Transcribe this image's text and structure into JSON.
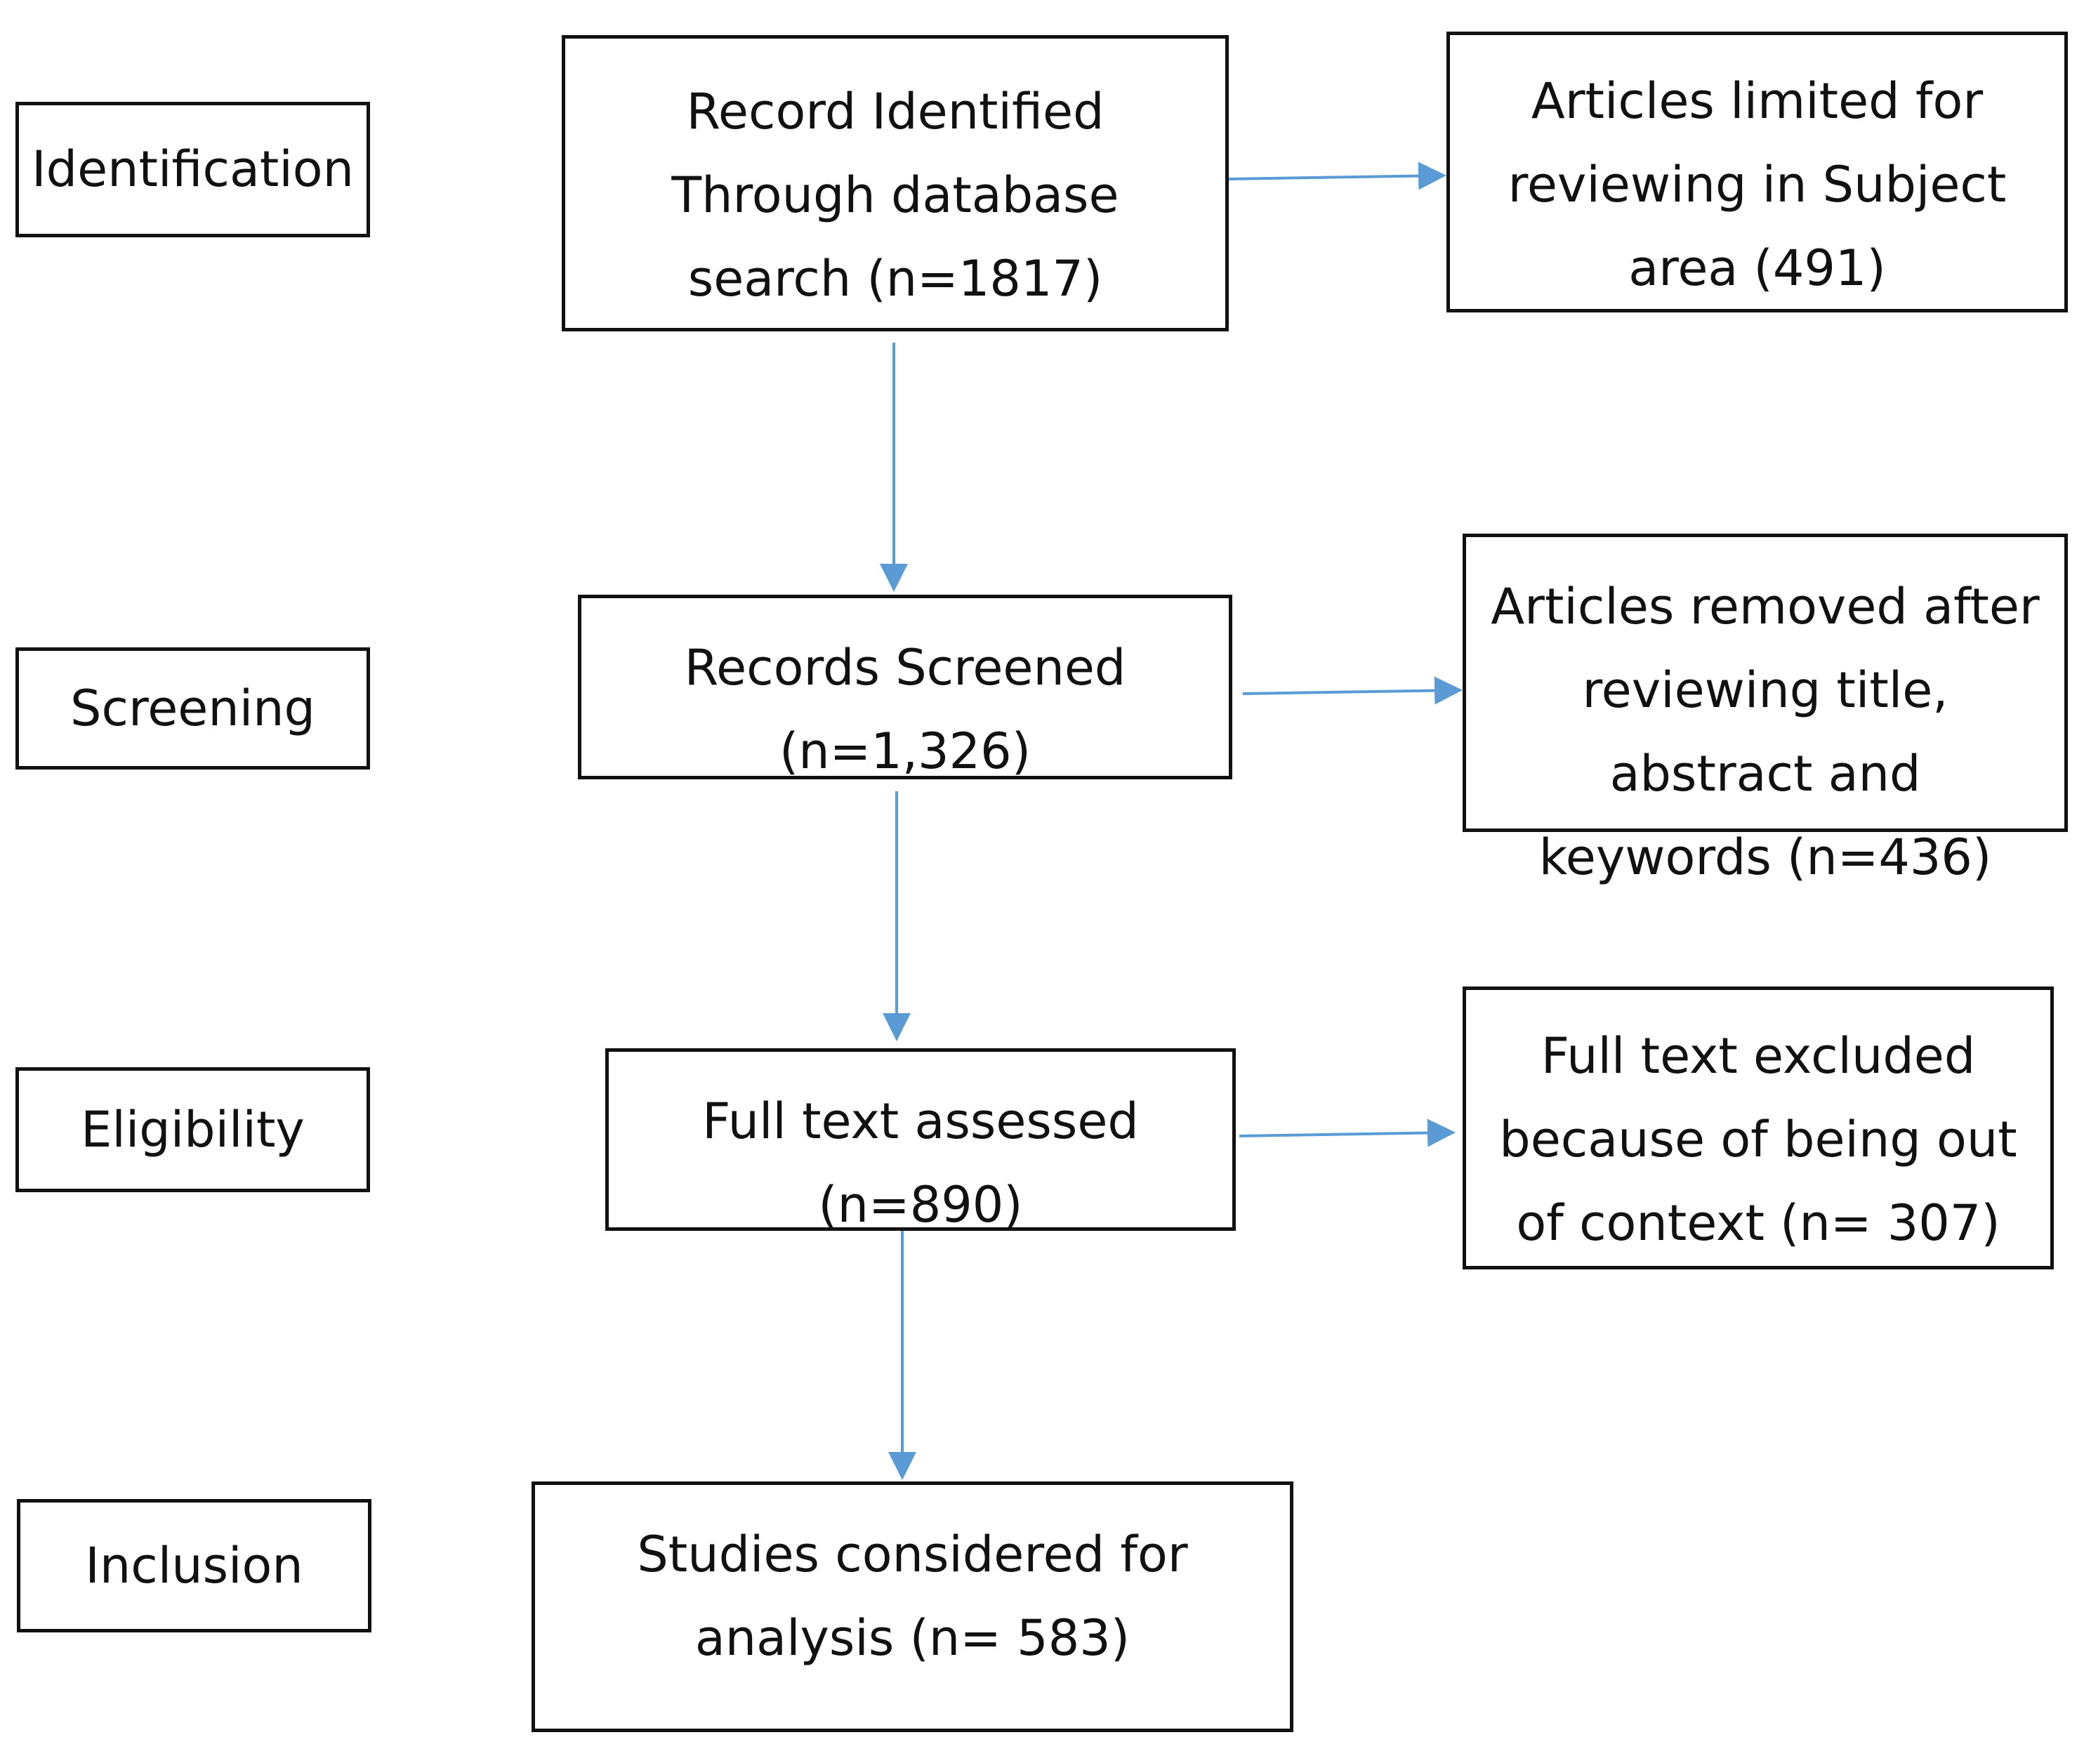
{
  "stages": {
    "identification": "Identification",
    "screening": "Screening",
    "eligibility": "Eligibility",
    "inclusion": "Inclusion"
  },
  "boxes": {
    "record_identified": "Record Identified Through database search (n=1817)",
    "records_screened": "Records Screened (n=1,326)",
    "full_text_assessed": "Full text assessed (n=890)",
    "studies_considered": "Studies considered for analysis (n= 583)",
    "articles_limited": "Articles limited for reviewing in Subject area (491)",
    "articles_removed": "Articles removed after reviewing title, abstract and keywords (n=436)",
    "full_text_excluded": "Full text excluded because of being out of context (n= 307)"
  },
  "colors": {
    "arrow": "#5b9bd5",
    "border": "#111111"
  }
}
